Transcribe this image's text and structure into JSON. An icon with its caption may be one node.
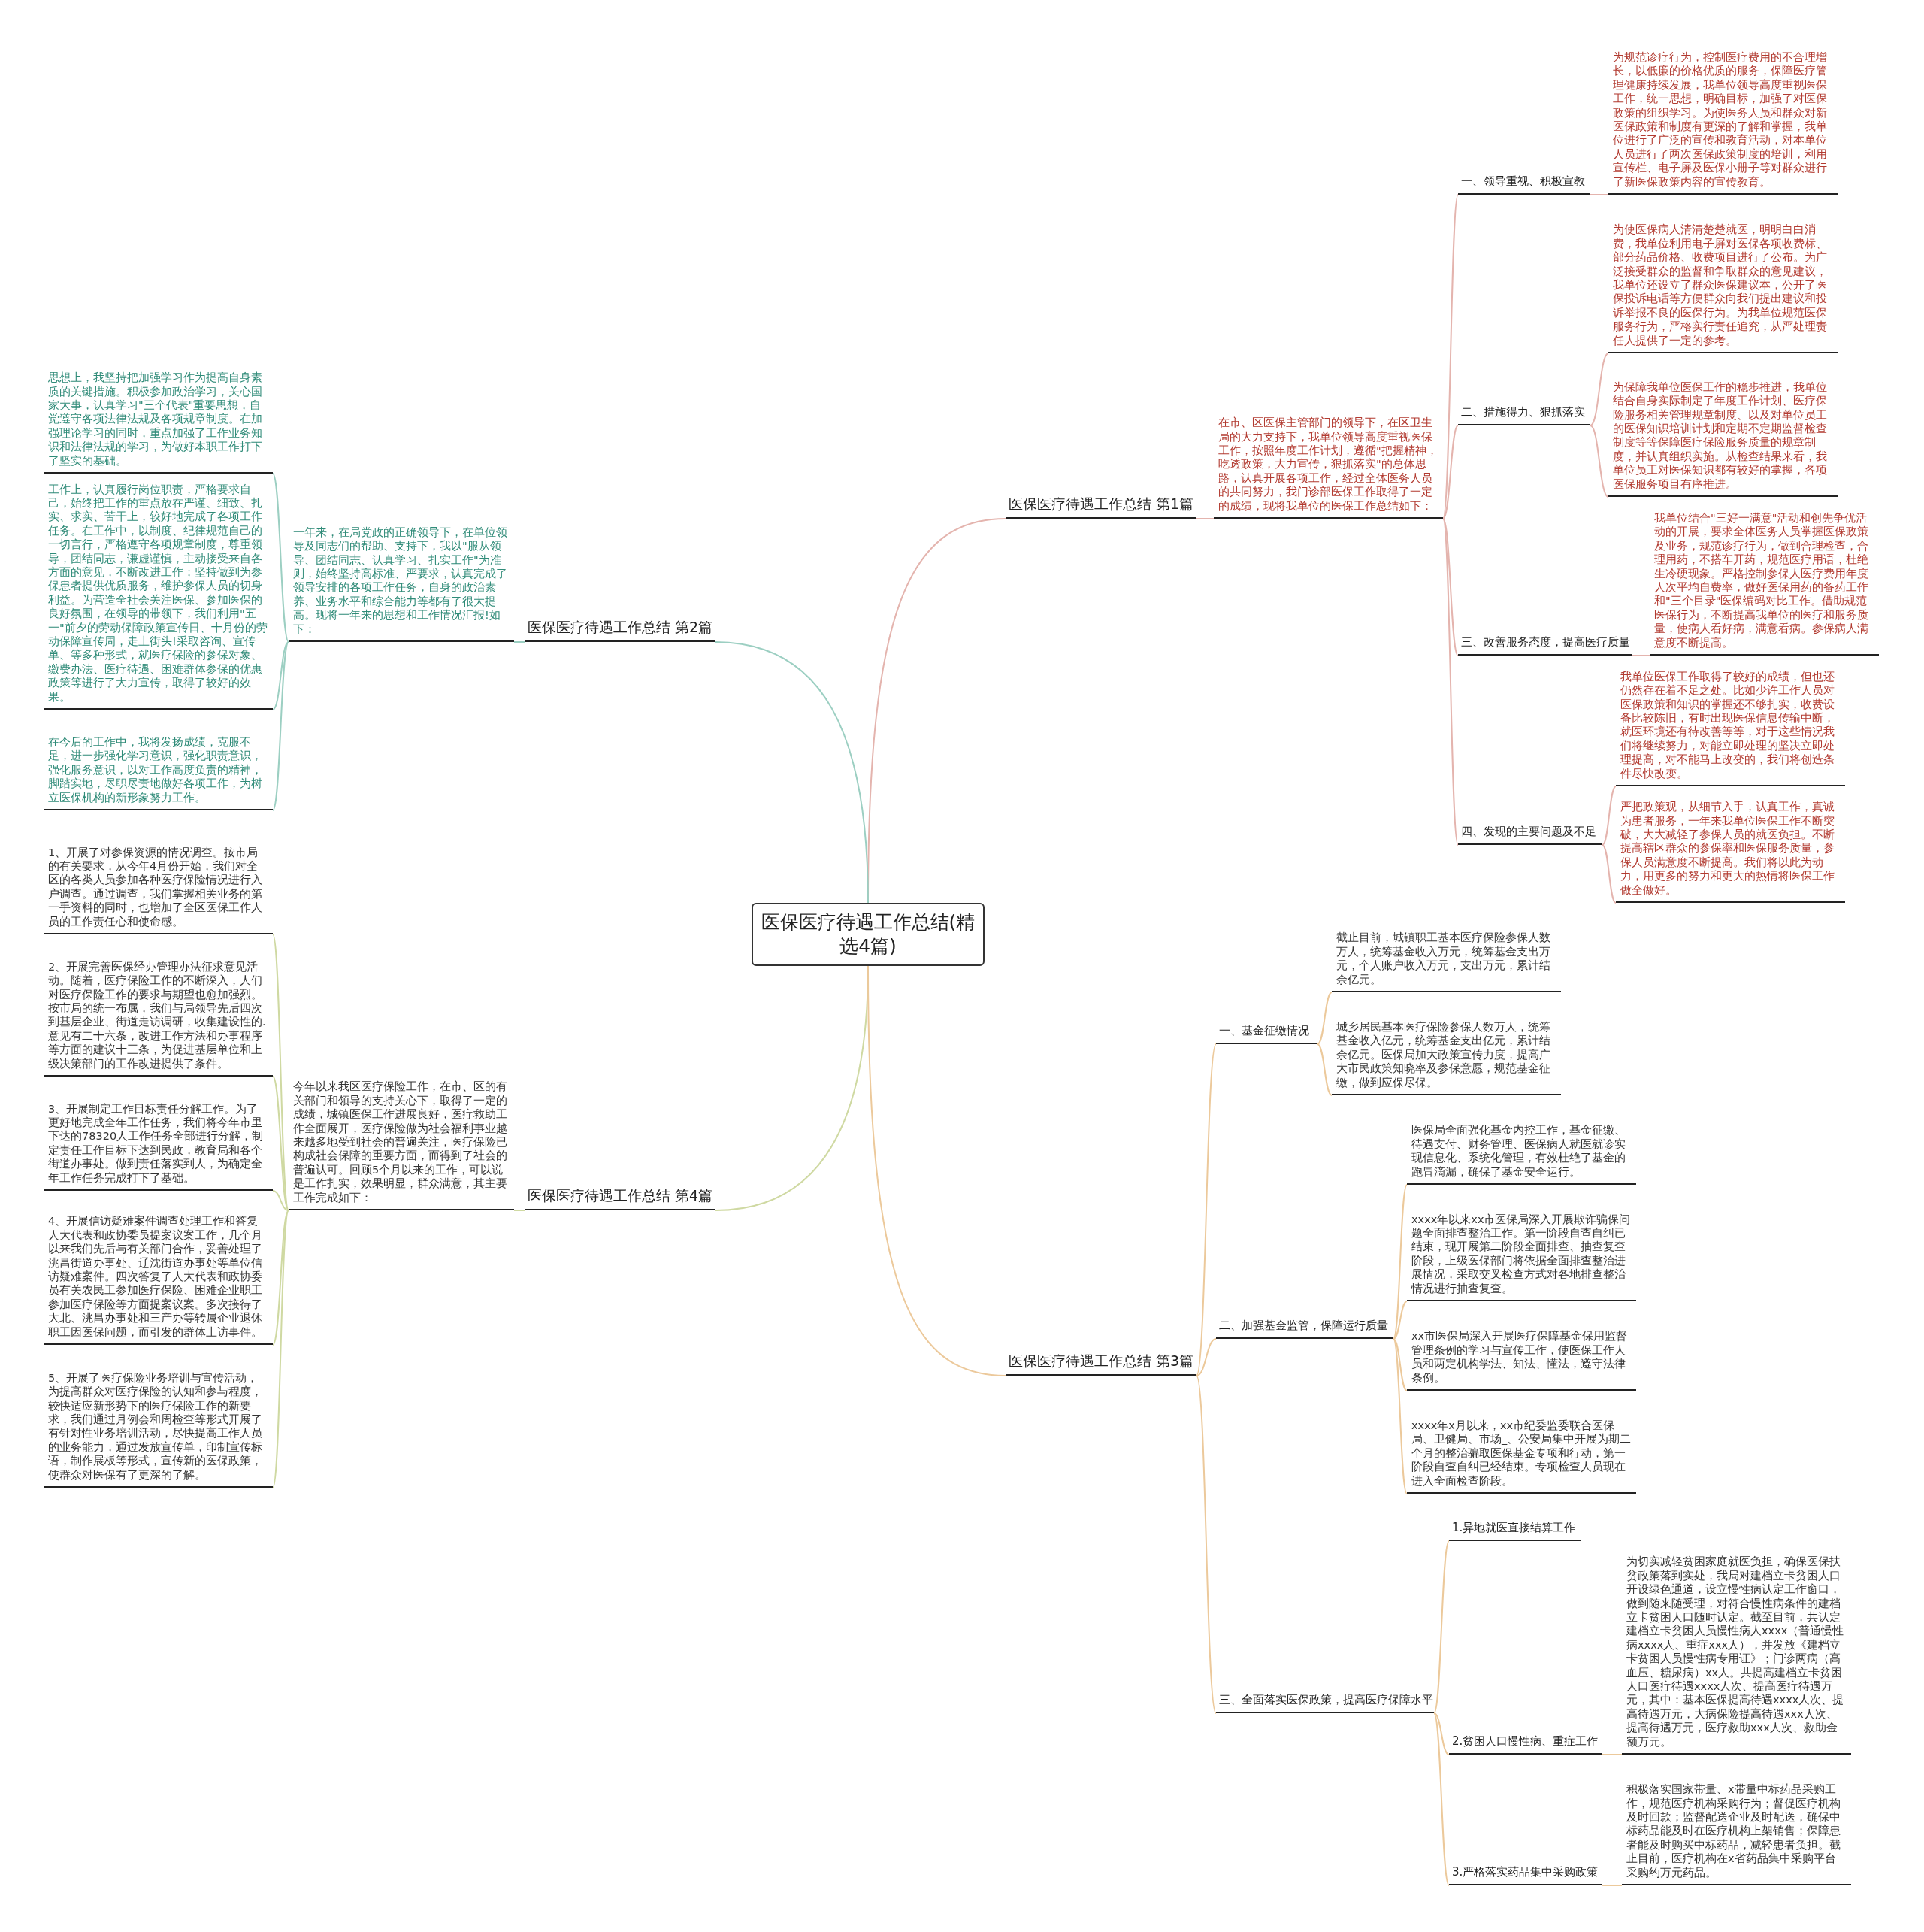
{
  "diagram": {
    "nodes": [
      {
        "text": [
          "医保医疗待遇工作总结(精选4篇)"
        ]
      },
      {
        "text": [
          "医保医疗待遇工作总结 第1篇"
        ]
      },
      {
        "text": [
          "在市、区医保主管部门的领导下，在区卫生局的大力支持下，我单位领导高度重视医保工作，按照年度工作计划，遵循\"把握精神，吃透政策，大力宣传，狠抓落实\"的总体思路，认真开展各项工作，经过全体医务人员的共同努力，我门诊部医保工作取得了一定的成绩，现将我单位的医保工作总结如下："
        ]
      },
      {
        "text": [
          "一、领导重视、积极宣教"
        ]
      },
      {
        "text": [
          "为规范诊疗行为，控制医疗费用的不合理增长，以低廉的价格优质的服务，保障医疗管理健康持续发展，我单位领导高度重视医保工作，统一思想，明确目标，加强了对医保政策的组织学习。为使医务人员和群众对新医保政策和制度有更深的了解和掌握，我单位进行了广泛的宣传和教育活动，对本单位人员进行了两次医保政策制度的培训，利用宣传栏、电子屏及医保小册子等对群众进行了新医保政策内容的宣传教育。"
        ]
      },
      {
        "text": [
          "二、措施得力、狠抓落实"
        ]
      },
      {
        "text": [
          "为使医保病人清清楚楚就医，明明白白消费，我单位利用电子屏对医保各项收费标、部分药品价格、收费项目进行了公布。为广泛接受群众的监督和争取群众的意见建议，我单位还设立了群众医保建议本，公开了医保投诉电话等方便群众向我们提出建议和投诉举报不良的医保行为。为我单位规范医保服务行为，严格实行责任追究，从严处理责任人提供了一定的参考。"
        ]
      },
      {
        "text": [
          "为保障我单位医保工作的稳步推进，我单位结合自身实际制定了年度工作计划、医疗保险服务相关管理规章制度、以及对单位员工的医保知识培训计划和定期不定期监督检查制度等等保障医疗保险服务质量的规章制度，并认真组织实施。从检查结果来看，我单位员工对医保知识都有较好的掌握，各项医保服务项目有序推进。"
        ]
      },
      {
        "text": [
          "三、改善服务态度，提高医疗质量"
        ]
      },
      {
        "text": [
          "我单位结合\"三好一满意\"活动和创先争优活动的开展，要求全体医务人员掌握医保政策及业务，规范诊疗行为，做到合理检查，合理用药，不搭车开药，规范医疗用语，杜绝生冷硬现象。严格控制参保人医疗费用年度人次平均自费率，做好医保用药的备药工作和\"三个目录\"医保编码对比工作。借助规范医保行为，不断提高我单位的医疗和服务质量，使病人看好病，满意看病。参保病人满意度不断提高。"
        ]
      },
      {
        "text": [
          "四、发现的主要问题及不足"
        ]
      },
      {
        "text": [
          "我单位医保工作取得了较好的成绩，但也还仍然存在着不足之处。比如少许工作人员对医保政策和知识的掌握还不够扎实，收费设备比较陈旧，有时出现医保信息传输中断，就医环境还有待改善等等，对于这些情况我们将继续努力，对能立即处理的坚决立即处理提高，对不能马上改变的，我们将创造条件尽快改变。"
        ]
      },
      {
        "text": [
          "严把政策观，从细节入手，认真工作，真诚为患者服务，一年来我单位医保工作不断突破，大大减轻了参保人员的就医负担。不断提高辖区群众的参保率和医保服务质量，参保人员满意度不断提高。我们将以此为动力，用更多的努力和更大的热情将医保工作做全做好。"
        ]
      },
      {
        "text": [
          "医保医疗待遇工作总结 第2篇"
        ]
      },
      {
        "text": [
          "一年来，在局党政的正确领导下，在单位领导及同志们的帮助、支持下，我以\"服从领导、团结同志、认真学习、扎实工作\"为准则，始终坚持高标准、严要求，认真完成了领导安排的各项工作任务，自身的政治素养、业务水平和综合能力等都有了很大提高。现将一年来的思想和工作情况汇报!如下："
        ]
      },
      {
        "text": [
          "思想上，我坚持把加强学习作为提高自身素质的关键措施。积极参加政治学习，关心国家大事，认真学习\"三个代表\"重要思想，自觉遵守各项法律法规及各项规章制度。在加强理论学习的同时，重点加强了工作业务知识和法律法规的学习，为做好本职工作打下了坚实的基础。"
        ]
      },
      {
        "text": [
          "工作上，认真履行岗位职责，严格要求自己，始终把工作的重点放在严谨、细致、扎实、求实、苦干上，较好地完成了各项工作任务。在工作中，以制度、纪律规范自己的一切言行，严格遵守各项规章制度，尊重领导，团结同志，谦虚谨慎，主动接受来自各方面的意见，不断改进工作；坚持做到为参保患者提供优质服务，维护参保人员的切身利益。为营造全社会关注医保、参加医保的良好氛围，在领导的带领下，我们利用\"五一\"前夕的劳动保障政策宣传日、十月份的劳动保障宣传周，走上街头!采取咨询、宣传单、等多种形式，就医疗保险的参保对象、缴费办法、医疗待遇、困难群体参保的优惠政策等进行了大力宣传，取得了较好的效果。"
        ]
      },
      {
        "text": [
          "在今后的工作中，我将发扬成绩，克服不足，进一步强化学习意识，强化职责意识，强化服务意识，以对工作高度负责的精神，脚踏实地，尽职尽责地做好各项工作，为树立医保机构的新形象努力工作。"
        ]
      },
      {
        "text": [
          "医保医疗待遇工作总结 第4篇"
        ]
      },
      {
        "text": [
          "今年以来我区医疗保险工作，在市、区的有关部门和领导的支持关心下，取得了一定的成绩，城镇医保工作进展良好，医疗救助工作全面展开，医疗保险做为社会福利事业越来越多地受到社会的普遍关注，医疗保险已构成社会保障的重要方面，而得到了社会的普遍认可。回顾5个月以来的工作，可以说是工作扎实，效果明显，群众满意，其主要工作完成如下："
        ]
      },
      {
        "text": [
          "1、开展了对参保资源的情况调查。按市局的有关要求，从今年4月份开始，我们对全区的各类人员参加各种医疗保险情况进行入户调查。通过调查，我们掌握相关业务的第一手资料的同时，也增加了全区医保工作人员的工作责任心和使命感。"
        ]
      },
      {
        "text": [
          "2、开展完善医保经办管理办法征求意见活动。随着，医疗保险工作的不断深入，人们对医疗保险工作的要求与期望也愈加强烈。按市局的统一布属，我们与局领导先后四次到基层企业、街道走访调研，收集建设性的.意见有二十六条，改进工作方法和办事程序等方面的建议十三条，为促进基层单位和上级决策部门的工作改进提供了条件。"
        ]
      },
      {
        "text": [
          "3、开展制定工作目标责任分解工作。为了更好地完成全年工作任务，我们将今年市里下达的78320人工作任务全部进行分解，制定责任工作目标下达到民政，教育局和各个街道办事处。做到责任落实到人，为确定全年工作任务完成打下了基础。"
        ]
      },
      {
        "text": [
          "4、开展信访疑难案件调查处理工作和答复人大代表和政协委员提案议案工作，几个月以来我们先后与有关部门合作，妥善处理了洮昌街道办事处、辽沈街道办事处等单位信访疑难案件。四次答复了人大代表和政协委员有关农民工参加医疗保险、困难企业职工参加医疗保险等方面提案议案。多次接待了大北、洮昌办事处和三产办等转属企业退休职工因医保问题，而引发的群体上访事件。"
        ]
      },
      {
        "text": [
          "5、开展了医疗保险业务培训与宣传活动，为提高群众对医疗保险的认知和参与程度，较快适应新形势下的医疗保险工作的新要求，我们通过月例会和周检查等形式开展了有针对性业务培训活动，尽快提高工作人员的业务能力，通过发放宣传单，印制宣传标语，制作展板等形式，宣传新的医保政策，使群众对医保有了更深的了解。"
        ]
      },
      {
        "text": [
          "医保医疗待遇工作总结 第3篇"
        ]
      },
      {
        "text": [
          "一、基金征缴情况"
        ]
      },
      {
        "text": [
          "截止目前，城镇职工基本医疗保险参保人数万人，统筹基金收入万元，统筹基金支出万元，个人账户收入万元，支出万元，累计结余亿元。"
        ]
      },
      {
        "text": [
          "城乡居民基本医疗保险参保人数万人，统筹基金收入亿元，统筹基金支出亿元，累计结余亿元。医保局加大政策宣传力度，提高广大市民政策知晓率及参保意愿，规范基金征缴，做到应保尽保。"
        ]
      },
      {
        "text": [
          "二、加强基金监管，保障运行质量"
        ]
      },
      {
        "text": [
          "医保局全面强化基金内控工作，基金征缴、待遇支付、财务管理、医保病人就医就诊实现信息化、系统化管理，有效杜绝了基金的跑冒滴漏，确保了基金安全运行。"
        ]
      },
      {
        "text": [
          "xxxx年以来xx市医保局深入开展欺诈骗保问题全面排查整治工作。第一阶段自查自纠已结束，现开展第二阶段全面排查、抽查复查阶段，上级医保部门将依据全面排查整治进展情况，采取交叉检查方式对各地排查整治情况进行抽查复查。"
        ]
      },
      {
        "text": [
          "xx市医保局深入开展医疗保障基金保用监督管理条例的学习与宣传工作，使医保工作人员和两定机构学法、知法、懂法，遵守法律条例。"
        ]
      },
      {
        "text": [
          "xxxx年x月以来，xx市纪委监委联合医保局、卫健局、市场_、公安局集中开展为期二个月的整治骗取医保基金专项和行动，第一阶段自查自纠已经结束。专项检查人员现在进入全面检查阶段。"
        ]
      },
      {
        "text": [
          "三、全面落实医保政策，提高医疗保障水平"
        ]
      },
      {
        "text": [
          "1.异地就医直接结算工作"
        ]
      },
      {
        "text": [
          "2.贫困人口慢性病、重症工作"
        ]
      },
      {
        "text": [
          "为切实减轻贫困家庭就医负担，确保医保扶贫政策落到实处，我局对建档立卡贫困人口开设绿色通道，设立慢性病认定工作窗口，做到随来随受理，对符合慢性病条件的建档立卡贫困人口随时认定。截至目前，共认定建档立卡贫困人员慢性病人xxxx（普通慢性病xxxx人、重症xxx人），并发放《建档立卡贫困人员慢性病专用证》；门诊两病（高血压、糖尿病）xx人。共提高建档立卡贫困人口医疗待遇xxxx人次、提高医疗待遇万元，其中：基本医保提高待遇xxxx人次、提高待遇万元，大病保险提高待遇xxx人次、提高待遇万元，医疗救助xxx人次、救助金额万元。"
        ]
      },
      {
        "text": [
          "3.严格落实药品集中采购政策"
        ]
      },
      {
        "text": [
          "积极落实国家带量、x带量中标药品采购工作，规范医疗机构采购行为；督促医疗机构及时回款；监督配送企业及时配送，确保中标药品能及时在医疗机构上架销售；保障患者能及时购买中标药品，减轻患者负担。截止目前，医疗机构在x省药品集中采购平台采购约万元药品。"
        ]
      }
    ],
    "edges": [
      {
        "from": 0,
        "to": 1,
        "arrow": "none",
        "color": "#e4b4ae"
      },
      {
        "from": 1,
        "to": 2,
        "arrow": "none",
        "color": "#e4b4ae"
      },
      {
        "from": 2,
        "to": 3,
        "arrow": "none",
        "color": "#e4b4ae"
      },
      {
        "from": 2,
        "to": 5,
        "arrow": "none",
        "color": "#e4b4ae"
      },
      {
        "from": 2,
        "to": 8,
        "arrow": "none",
        "color": "#e4b4ae"
      },
      {
        "from": 2,
        "to": 10,
        "arrow": "none",
        "color": "#e4b4ae"
      },
      {
        "from": 3,
        "to": 4,
        "arrow": "none",
        "color": "#e4b4ae"
      },
      {
        "from": 5,
        "to": 6,
        "arrow": "none",
        "color": "#e4b4ae"
      },
      {
        "from": 5,
        "to": 7,
        "arrow": "none",
        "color": "#e4b4ae"
      },
      {
        "from": 8,
        "to": 9,
        "arrow": "none",
        "color": "#e4b4ae"
      },
      {
        "from": 10,
        "to": 11,
        "arrow": "none",
        "color": "#e4b4ae"
      },
      {
        "from": 10,
        "to": 12,
        "arrow": "none",
        "color": "#e4b4ae"
      },
      {
        "from": 0,
        "to": 13,
        "arrow": "none",
        "color": "#9ccfc2"
      },
      {
        "from": 13,
        "to": 14,
        "arrow": "none",
        "color": "#9ccfc2"
      },
      {
        "from": 14,
        "to": 15,
        "arrow": "none",
        "color": "#9ccfc2"
      },
      {
        "from": 14,
        "to": 16,
        "arrow": "none",
        "color": "#9ccfc2"
      },
      {
        "from": 14,
        "to": 17,
        "arrow": "none",
        "color": "#9ccfc2"
      },
      {
        "from": 0,
        "to": 18,
        "arrow": "none",
        "color": "#cfd9a2"
      },
      {
        "from": 18,
        "to": 19,
        "arrow": "none",
        "color": "#cfd9a2"
      },
      {
        "from": 19,
        "to": 20,
        "arrow": "none",
        "color": "#cfd9a2"
      },
      {
        "from": 19,
        "to": 21,
        "arrow": "none",
        "color": "#cfd9a2"
      },
      {
        "from": 19,
        "to": 22,
        "arrow": "none",
        "color": "#cfd9a2"
      },
      {
        "from": 19,
        "to": 23,
        "arrow": "none",
        "color": "#cfd9a2"
      },
      {
        "from": 19,
        "to": 24,
        "arrow": "none",
        "color": "#cfd9a2"
      },
      {
        "from": 0,
        "to": 25,
        "arrow": "none",
        "color": "#ecc99b"
      },
      {
        "from": 25,
        "to": 26,
        "arrow": "none",
        "color": "#ecc99b"
      },
      {
        "from": 25,
        "to": 29,
        "arrow": "none",
        "color": "#ecc99b"
      },
      {
        "from": 25,
        "to": 34,
        "arrow": "none",
        "color": "#ecc99b"
      },
      {
        "from": 26,
        "to": 27,
        "arrow": "none",
        "color": "#ecc99b"
      },
      {
        "from": 26,
        "to": 28,
        "arrow": "none",
        "color": "#ecc99b"
      },
      {
        "from": 29,
        "to": 30,
        "arrow": "none",
        "color": "#ecc99b"
      },
      {
        "from": 29,
        "to": 31,
        "arrow": "none",
        "color": "#ecc99b"
      },
      {
        "from": 29,
        "to": 32,
        "arrow": "none",
        "color": "#ecc99b"
      },
      {
        "from": 29,
        "to": 33,
        "arrow": "none",
        "color": "#ecc99b"
      },
      {
        "from": 34,
        "to": 35,
        "arrow": "none",
        "color": "#ecc99b"
      },
      {
        "from": 34,
        "to": 36,
        "arrow": "none",
        "color": "#ecc99b"
      },
      {
        "from": 34,
        "to": 38,
        "arrow": "none",
        "color": "#ecc99b"
      },
      {
        "from": 36,
        "to": 37,
        "arrow": "none",
        "color": "#ecc99b"
      },
      {
        "from": 38,
        "to": 39,
        "arrow": "none",
        "color": "#ecc99b"
      }
    ]
  }
}
